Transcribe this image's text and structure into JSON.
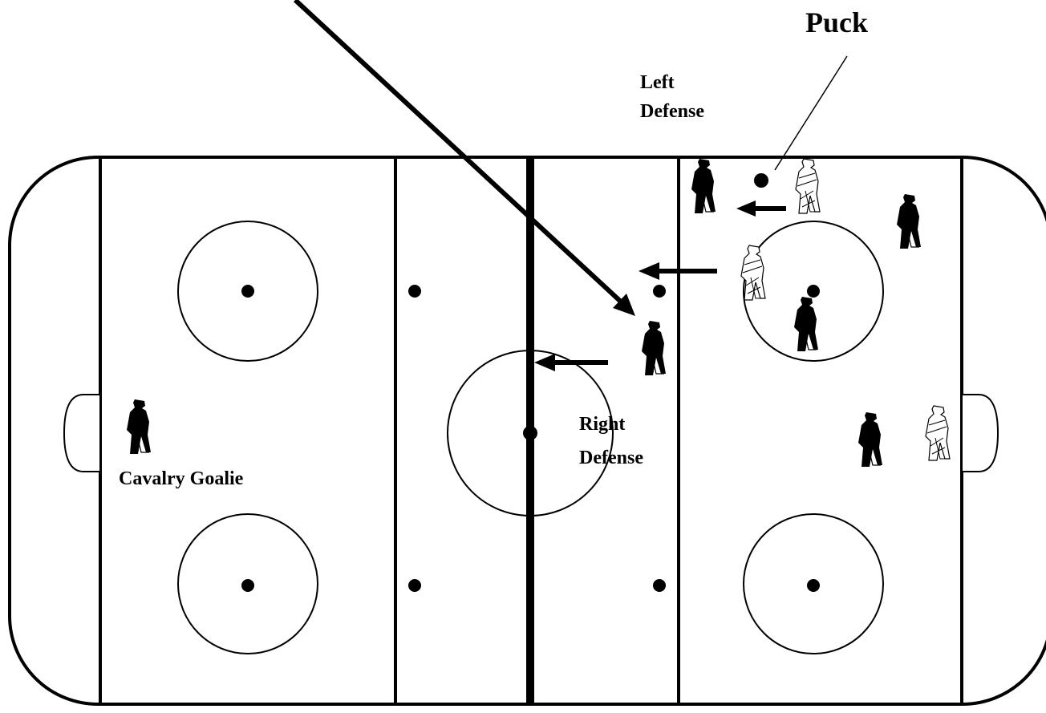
{
  "labels": {
    "puck": "Puck",
    "left_defense_line1": "Left",
    "left_defense_line2": "Defense",
    "right_defense_line1": "Right",
    "right_defense_line2": "Defense",
    "goalie": "Cavalry Goalie"
  },
  "colors": {
    "ink": "#000000",
    "ice": "#ffffff"
  },
  "players": {
    "dark_team": [
      "left-defense",
      "right-defense",
      "goalie",
      "forward-top-right",
      "forward-center-circle",
      "forward-right-low"
    ],
    "light_team": [
      "opponent-top",
      "opponent-mid",
      "opponent-right-low"
    ]
  }
}
